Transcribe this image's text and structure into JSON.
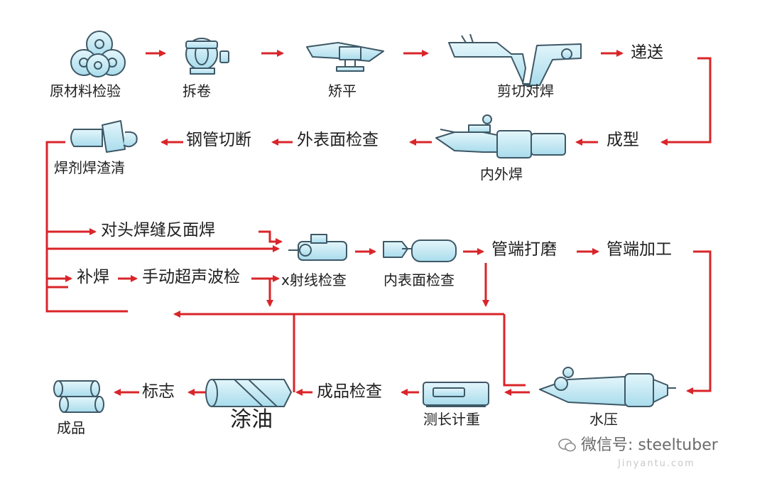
{
  "steps": {
    "raw_material_inspection": "原材料检验",
    "uncoiling": "拆卷",
    "leveling": "矫平",
    "shear_butt_weld": "剪切对焊",
    "conveying": "递送",
    "forming": "成型",
    "inner_outer_weld": "内外焊",
    "outer_surface_inspection": "外表面检查",
    "pipe_cutting": "钢管切断",
    "flux_slag_cleaning": "焊剂焊渣清",
    "reverse_side_weld": "对头焊缝反面焊",
    "xray_inspection": "x射线检查",
    "inner_surface_inspection": "内表面检查",
    "pipe_end_grinding": "管端打磨",
    "pipe_end_machining": "管端加工",
    "repair_weld": "补焊",
    "manual_ultrasonic": "手动超声波检",
    "hydrostatic_test": "水压",
    "length_weight_measurement": "测长计重",
    "final_inspection": "成品检查",
    "oiling": "涂油",
    "marking": "标志",
    "finished_product": "成品"
  },
  "watermark": {
    "text": "微信号: steeltuber",
    "faint_text": "Jinyantu.com"
  },
  "colors": {
    "arrow": "#d9252a",
    "machine_fill": "#bfe6f2",
    "machine_stroke": "#3e5866",
    "text": "#1f1f1f"
  }
}
